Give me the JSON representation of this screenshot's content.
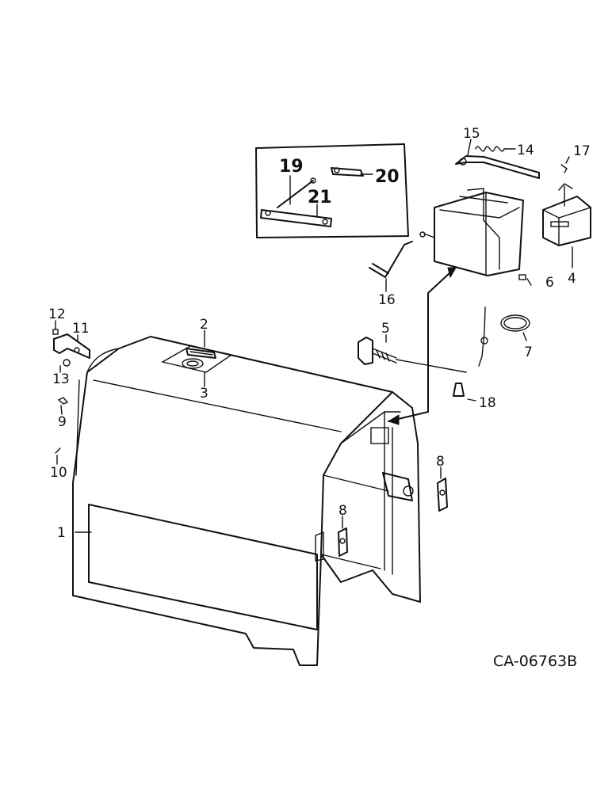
{
  "labels": {
    "l1": "1",
    "l2": "2",
    "l3": "3",
    "l4": "4",
    "l5": "5",
    "l6": "6",
    "l7": "7",
    "l8a": "8",
    "l8b": "8",
    "l9": "9",
    "l10": "10",
    "l11": "11",
    "l12": "12",
    "l13": "13",
    "l14": "14",
    "l15": "15",
    "l16": "16",
    "l17": "17",
    "l18": "18",
    "l19": "19",
    "l20": "20",
    "l21": "21"
  },
  "drawing_code": "CA-06763B"
}
